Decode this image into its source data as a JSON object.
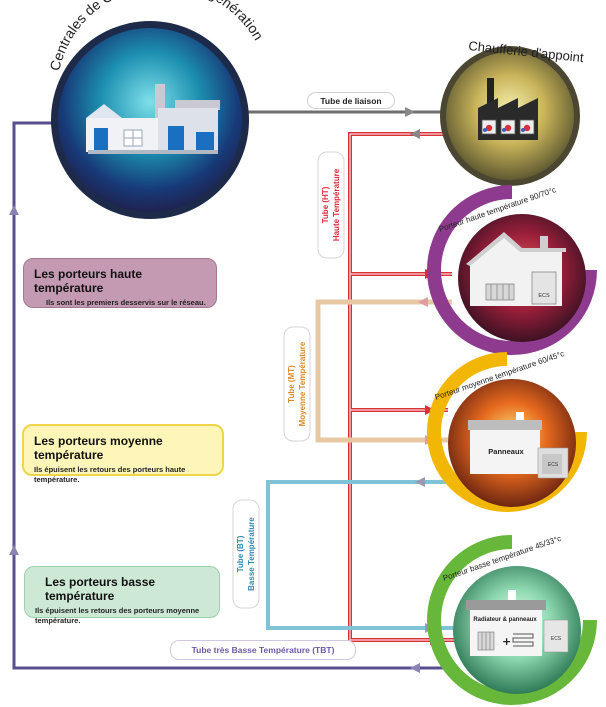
{
  "sources": {
    "geothermal_title": "Centrales de Géothermie et cogénération",
    "boiler_title": "Chaufferie d'appoint"
  },
  "consumers": {
    "high": {
      "title": "Porteur haute température  90/70°c",
      "ecs": "ECS"
    },
    "medium": {
      "title": "Porteur moyenne température 60/45°c",
      "panel": "Panneaux",
      "ecs": "ECS"
    },
    "low": {
      "title": "Porteur basse température 45/33°c",
      "panel": "Radiateur & panneaux",
      "ecs": "ECS"
    }
  },
  "tubes": {
    "link": "Tube de liaison",
    "ht_line1": "Tube (HT)",
    "ht_line2": "Haute Température",
    "mt_line1": "Tube (MT)",
    "mt_line2": "Moyenne Température",
    "bt_line1": "Tube (BT)",
    "bt_line2": "Basse Température",
    "tbt": "Tube très Basse Température (TBT)"
  },
  "info_boxes": {
    "high": {
      "title": "Les porteurs haute température",
      "desc": "Ils sont les premiers desservis sur le réseau."
    },
    "medium": {
      "title": "Les porteurs moyenne température",
      "desc": "Ils épuisent les retours des porteurs haute température."
    },
    "low": {
      "title": "Les porteurs basse température",
      "desc": "Ils épuisent les retours des porteurs moyenne température."
    }
  },
  "colors": {
    "ht": "#d9303a",
    "mt": "#e8c8a4",
    "bt": "#7ec3d6",
    "tbt": "#5a4f8e",
    "link": "#777777",
    "purple_ring": "#8e3b8f",
    "orange_ring": "#f2b705",
    "green_ring": "#67b83a",
    "box_high": "#c49ab3",
    "box_medium": "#fdf6b8",
    "box_low": "#cde8d4"
  }
}
